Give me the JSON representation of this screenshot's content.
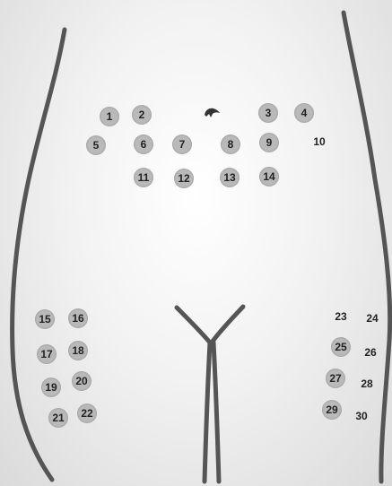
{
  "sites": [
    {
      "id": "site-1",
      "label": "1",
      "style": "shaded"
    },
    {
      "id": "site-2",
      "label": "2",
      "style": "shaded"
    },
    {
      "id": "site-3",
      "label": "3",
      "style": "shaded"
    },
    {
      "id": "site-4",
      "label": "4",
      "style": "shaded"
    },
    {
      "id": "site-5",
      "label": "5",
      "style": "shaded"
    },
    {
      "id": "site-6",
      "label": "6",
      "style": "shaded"
    },
    {
      "id": "site-7",
      "label": "7",
      "style": "shaded"
    },
    {
      "id": "site-8",
      "label": "8",
      "style": "shaded"
    },
    {
      "id": "site-9",
      "label": "9",
      "style": "shaded"
    },
    {
      "id": "site-10",
      "label": "10",
      "style": "plain"
    },
    {
      "id": "site-11",
      "label": "11",
      "style": "shaded"
    },
    {
      "id": "site-12",
      "label": "12",
      "style": "shaded"
    },
    {
      "id": "site-13",
      "label": "13",
      "style": "shaded"
    },
    {
      "id": "site-14",
      "label": "14",
      "style": "shaded"
    },
    {
      "id": "site-15",
      "label": "15",
      "style": "shaded"
    },
    {
      "id": "site-16",
      "label": "16",
      "style": "shaded"
    },
    {
      "id": "site-17",
      "label": "17",
      "style": "shaded"
    },
    {
      "id": "site-18",
      "label": "18",
      "style": "shaded"
    },
    {
      "id": "site-19",
      "label": "19",
      "style": "shaded"
    },
    {
      "id": "site-20",
      "label": "20",
      "style": "shaded"
    },
    {
      "id": "site-21",
      "label": "21",
      "style": "shaded"
    },
    {
      "id": "site-22",
      "label": "22",
      "style": "shaded"
    },
    {
      "id": "site-23",
      "label": "23",
      "style": "plain"
    },
    {
      "id": "site-24",
      "label": "24",
      "style": "plain"
    },
    {
      "id": "site-25",
      "label": "25",
      "style": "shaded"
    },
    {
      "id": "site-26",
      "label": "26",
      "style": "plain"
    },
    {
      "id": "site-27",
      "label": "27",
      "style": "shaded"
    },
    {
      "id": "site-28",
      "label": "28",
      "style": "plain"
    },
    {
      "id": "site-29",
      "label": "29",
      "style": "shaded"
    },
    {
      "id": "site-30",
      "label": "30",
      "style": "plain"
    }
  ],
  "colors": {
    "outline": "#555555",
    "marker_fill": "#b9b9b9",
    "label_text": "#222222"
  }
}
